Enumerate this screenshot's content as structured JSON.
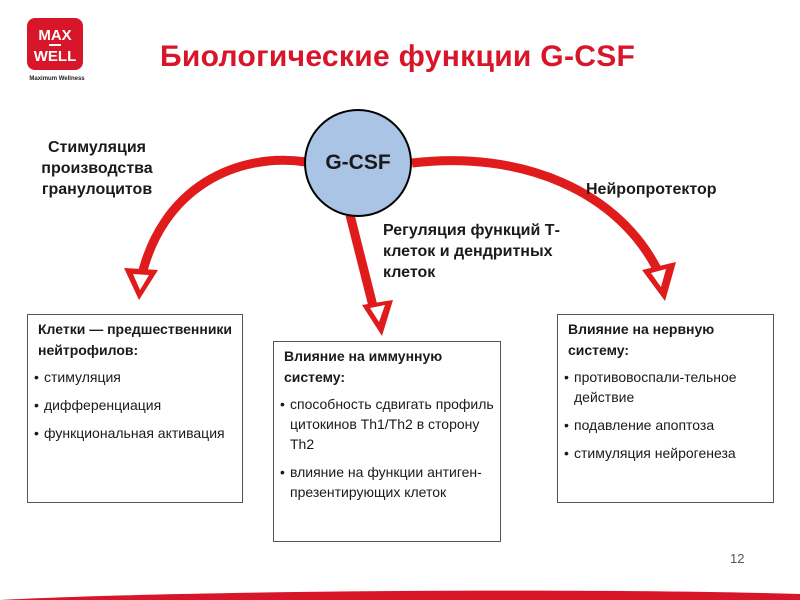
{
  "logo": {
    "line1": "MAX",
    "line2": "WELL",
    "tagline": "Maximum Wellness",
    "color": "#d8162a"
  },
  "title": "Биологические функции G-CSF",
  "center_node": {
    "label": "G-CSF",
    "fill": "#a9c4e4"
  },
  "arrow_color": "#e01b1b",
  "labels": {
    "left": "Стимуляция производства гранулоцитов",
    "middle": "Регуляция функций Т-клеток и дендритных клеток",
    "right": "Нейропротектор"
  },
  "boxes": {
    "left": {
      "title": "Клетки — предшественники нейтрофилов:",
      "items": [
        "стимуляция",
        "дифференциация",
        "функциональная активация"
      ]
    },
    "middle": {
      "title": "Влияние на иммунную систему:",
      "items": [
        "способность сдвигать профиль цитокинов Th1/Th2 в сторону Th2",
        "влияние на функции антиген-презентирующих клеток"
      ]
    },
    "right": {
      "title": "Влияние на нервную систему:",
      "items": [
        "противовоспали-тельное действие",
        "подавление апоптоза",
        "стимуляция нейрогенеза"
      ]
    }
  },
  "page_number": "12"
}
